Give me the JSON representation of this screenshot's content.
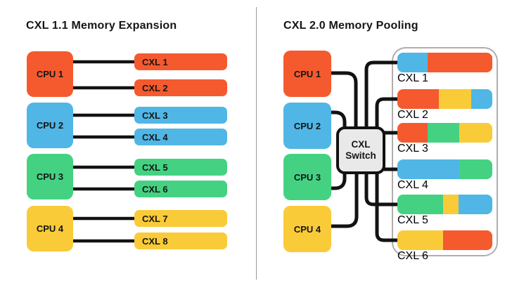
{
  "colors": {
    "orange": "#f45a2e",
    "blue": "#50b6e5",
    "green": "#44d282",
    "yellow": "#f9cb38",
    "switch_fill": "#e9e9e9",
    "line": "#121212",
    "panel_border": "#b3acac",
    "divider": "#9a9a9a"
  },
  "left": {
    "title": "CXL 1.1 Memory Expansion",
    "cpus": [
      {
        "label": "CPU 1",
        "color": "#f45a2e"
      },
      {
        "label": "CPU 2",
        "color": "#50b6e5"
      },
      {
        "label": "CPU 3",
        "color": "#44d282"
      },
      {
        "label": "CPU 4",
        "color": "#f9cb38"
      }
    ],
    "bars": [
      {
        "label": "CXL 1",
        "color": "#f45a2e"
      },
      {
        "label": "CXL 2",
        "color": "#f45a2e"
      },
      {
        "label": "CXL 3",
        "color": "#50b6e5"
      },
      {
        "label": "CXL 4",
        "color": "#50b6e5"
      },
      {
        "label": "CXL 5",
        "color": "#44d282"
      },
      {
        "label": "CXL 6",
        "color": "#44d282"
      },
      {
        "label": "CXL 7",
        "color": "#f9cb38"
      },
      {
        "label": "CXL 8",
        "color": "#f9cb38"
      }
    ]
  },
  "right": {
    "title": "CXL 2.0 Memory Pooling",
    "cpus": [
      {
        "label": "CPU 1",
        "color": "#f45a2e"
      },
      {
        "label": "CPU 2",
        "color": "#50b6e5"
      },
      {
        "label": "CPU 3",
        "color": "#44d282"
      },
      {
        "label": "CPU 4",
        "color": "#f9cb38"
      }
    ],
    "switch": {
      "line1": "CXL",
      "line2": "Switch"
    },
    "bars": [
      {
        "label": "CXL 1",
        "segments": [
          {
            "color": "#50b6e5",
            "w": 43
          },
          {
            "color": "#f45a2e",
            "w": 92
          }
        ]
      },
      {
        "label": "CXL 2",
        "segments": [
          {
            "color": "#f45a2e",
            "w": 59
          },
          {
            "color": "#f9cb38",
            "w": 46
          },
          {
            "color": "#50b6e5",
            "w": 30
          }
        ]
      },
      {
        "label": "CXL 3",
        "segments": [
          {
            "color": "#f45a2e",
            "w": 43
          },
          {
            "color": "#44d282",
            "w": 45
          },
          {
            "color": "#f9cb38",
            "w": 47
          }
        ]
      },
      {
        "label": "CXL 4",
        "segments": [
          {
            "color": "#50b6e5",
            "w": 88
          },
          {
            "color": "#44d282",
            "w": 47
          }
        ]
      },
      {
        "label": "CXL 5",
        "segments": [
          {
            "color": "#44d282",
            "w": 65
          },
          {
            "color": "#f9cb38",
            "w": 22
          },
          {
            "color": "#50b6e5",
            "w": 48
          }
        ]
      },
      {
        "label": "CXL 6",
        "segments": [
          {
            "color": "#f9cb38",
            "w": 65
          },
          {
            "color": "#f45a2e",
            "w": 70
          }
        ]
      }
    ]
  }
}
